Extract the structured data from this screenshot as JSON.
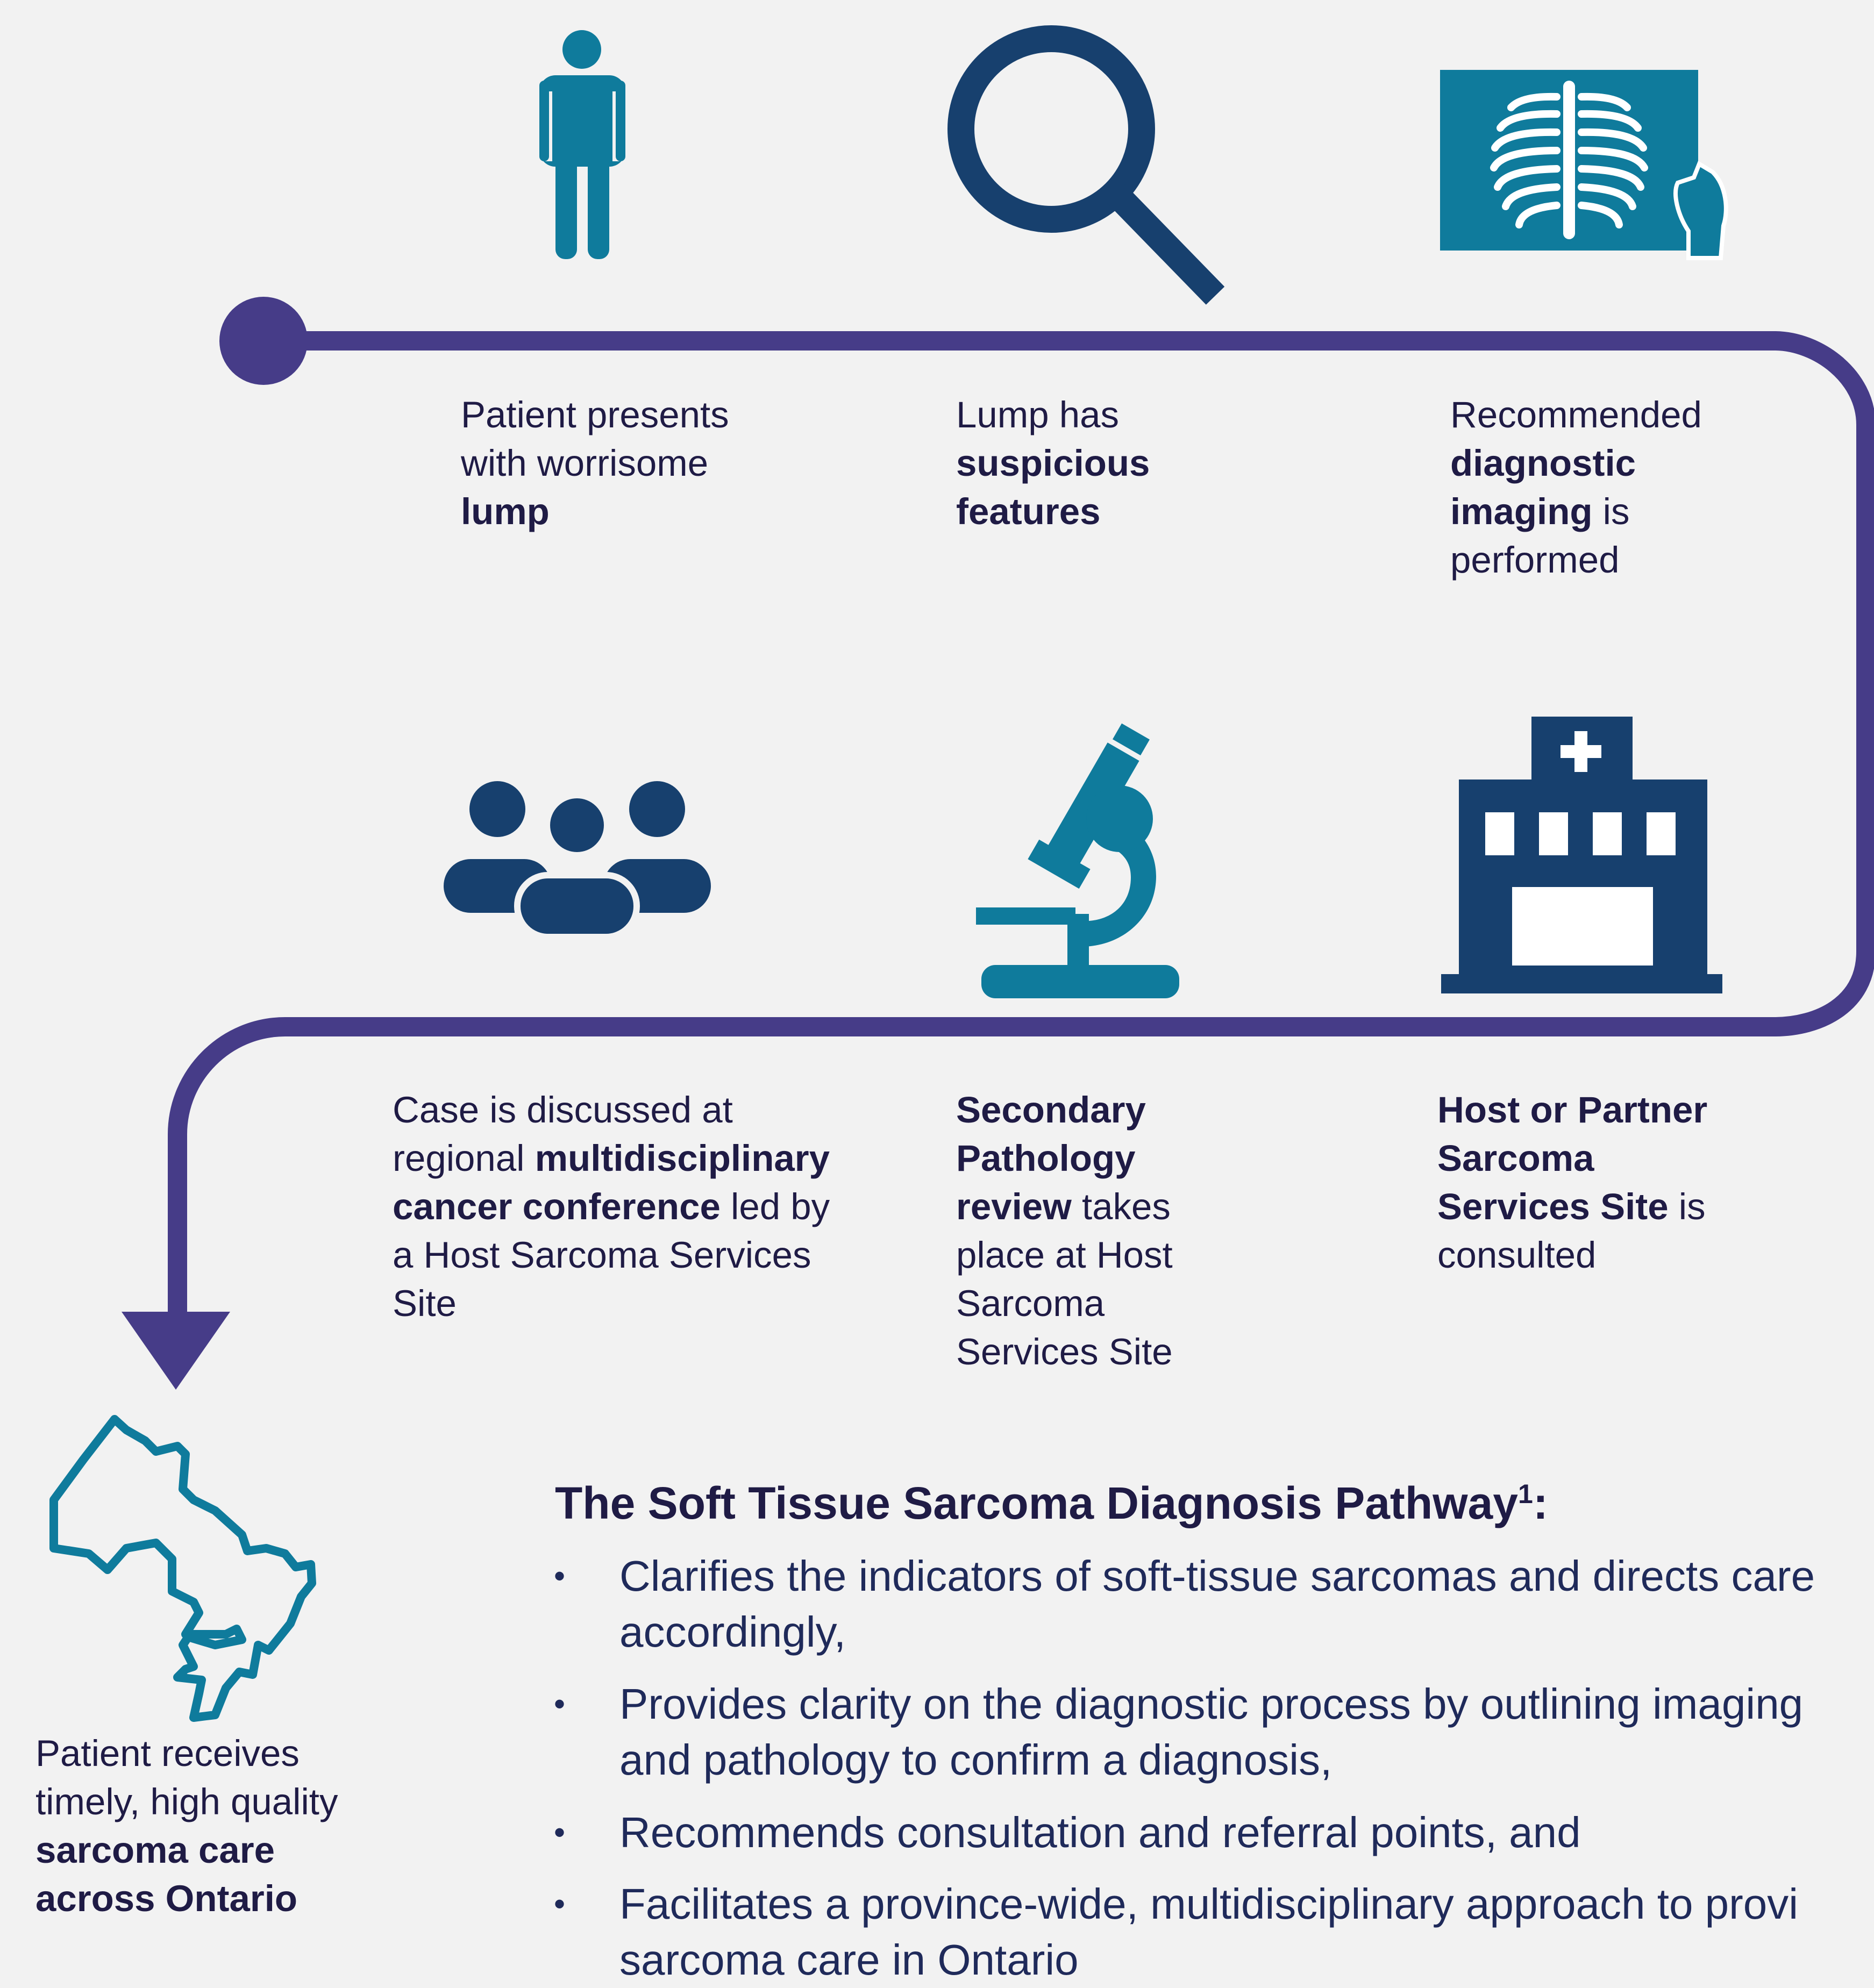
{
  "steps": [
    {
      "id": "s1",
      "segments": [
        {
          "t": "Patient presents with worrisome ",
          "b": false
        },
        {
          "t": "lump",
          "b": true
        }
      ]
    },
    {
      "id": "s2",
      "segments": [
        {
          "t": "Lump has ",
          "b": false
        },
        {
          "t": "suspicious features",
          "b": true
        }
      ]
    },
    {
      "id": "s3",
      "segments": [
        {
          "t": "Recommended ",
          "b": false
        },
        {
          "t": "diagnostic imaging",
          "b": true
        },
        {
          "t": " is performed",
          "b": false
        }
      ]
    },
    {
      "id": "s4",
      "segments": [
        {
          "t": "Case is discussed at regional ",
          "b": false
        },
        {
          "t": "multidisciplinary cancer conference",
          "b": true
        },
        {
          "t": " led by a Host Sarcoma Services Site",
          "b": false
        }
      ]
    },
    {
      "id": "s5",
      "segments": [
        {
          "t": "Secondary Pathology review",
          "b": true
        },
        {
          "t": " takes place at Host Sarcoma Services Site",
          "b": false
        }
      ]
    },
    {
      "id": "s6",
      "segments": [
        {
          "t": "Host or Partner Sarcoma Services Site",
          "b": true
        },
        {
          "t": " is consulted",
          "b": false
        }
      ]
    },
    {
      "id": "s7",
      "segments": [
        {
          "t": "Patient receives timely, high quality ",
          "b": false
        },
        {
          "t": "sarcoma care across Ontario",
          "b": true
        }
      ]
    }
  ],
  "summary": {
    "heading": "The Soft Tissue Sarcoma Diagnosis Pathway",
    "heading_sup": "1",
    "heading_suffix": ":",
    "bullet_char": "•",
    "bullets": [
      [
        "Clarifies the indicators of soft-tissue sarcomas and directs care",
        "accordingly,"
      ],
      [
        "Provides clarity on the diagnostic process by outlining imaging",
        "and pathology to confirm a diagnosis,"
      ],
      [
        "Recommends consultation and referral points, and"
      ],
      [
        "Facilitates a province-wide, multidisciplinary approach to provi",
        "sarcoma care in Ontario"
      ]
    ]
  },
  "icons": [
    "person-icon",
    "magnifier-icon",
    "xray-icon",
    "team-icon",
    "microscope-icon",
    "hospital-icon",
    "ontario-map-icon"
  ],
  "colors": {
    "path": "#463c88",
    "teal": "#0f7b9c",
    "navy": "#17406e",
    "text": "#1f1b45",
    "background": "#f2f2f2"
  }
}
